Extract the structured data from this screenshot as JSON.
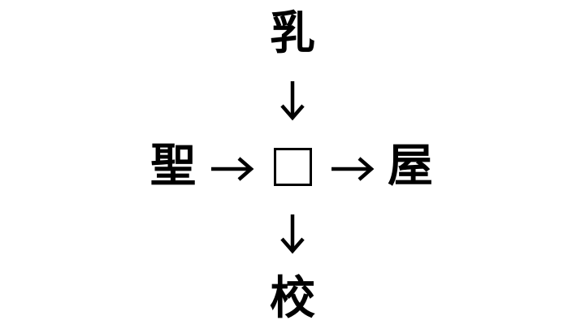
{
  "puzzle": {
    "top": "乳",
    "left": "聖",
    "right": "屋",
    "bottom": "校"
  },
  "icons": {
    "down_arrow": "arrow-down-icon",
    "right_arrow": "arrow-right-icon",
    "answer_box": "empty-square"
  },
  "colors": {
    "ink": "#000000",
    "background": "#ffffff"
  }
}
